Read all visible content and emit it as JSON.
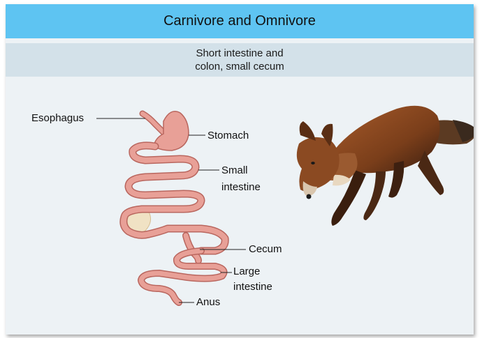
{
  "title": "Carnivore and Omnivore",
  "subtitle": {
    "line1": "Short intestine and",
    "line2": "colon, small cecum"
  },
  "labels": {
    "esophagus": "Esophagus",
    "stomach": "Stomach",
    "small_intestine_1": "Small",
    "small_intestine_2": "intestine",
    "cecum": "Cecum",
    "large_intestine_1": "Large",
    "large_intestine_2": "intestine",
    "anus": "Anus"
  },
  "colors": {
    "header": "#5ec4f2",
    "subheader": "#d3e1e9",
    "background": "#edf2f5",
    "gut": "#e8a097",
    "gut_outline": "#b9665e",
    "pancreas": "#f0e2c4",
    "fox_fur": "#8a4a22"
  }
}
